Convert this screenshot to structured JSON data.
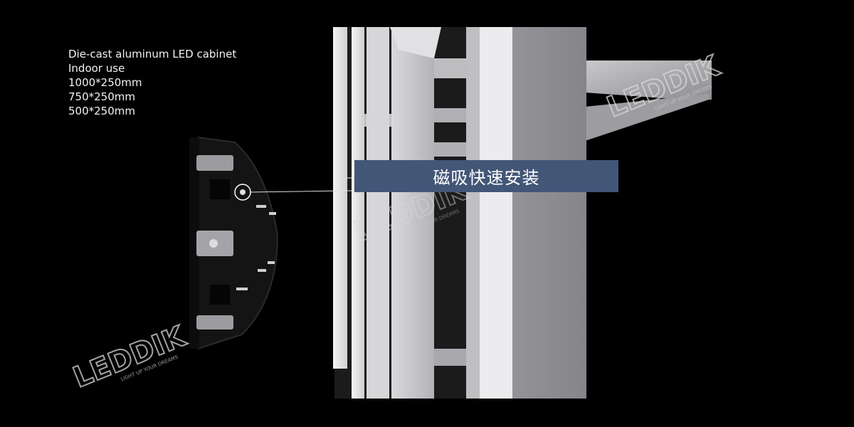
{
  "spec": {
    "lines": [
      "Die-cast aluminum LED cabinet",
      "Indoor use",
      "1000*250mm",
      "750*250mm",
      "500*250mm"
    ]
  },
  "feature": {
    "label": "磁吸快速安装"
  },
  "watermark": {
    "brand": "LEDDIK",
    "tagline": "LIGHT UP YOUR DREAMS"
  },
  "colors": {
    "background": "#000000",
    "banner": "#425677",
    "frame_light": "#e6e6e8",
    "frame_mid": "#b9b9bc",
    "cabinet": "#141414",
    "wall": "#8f8f92"
  }
}
